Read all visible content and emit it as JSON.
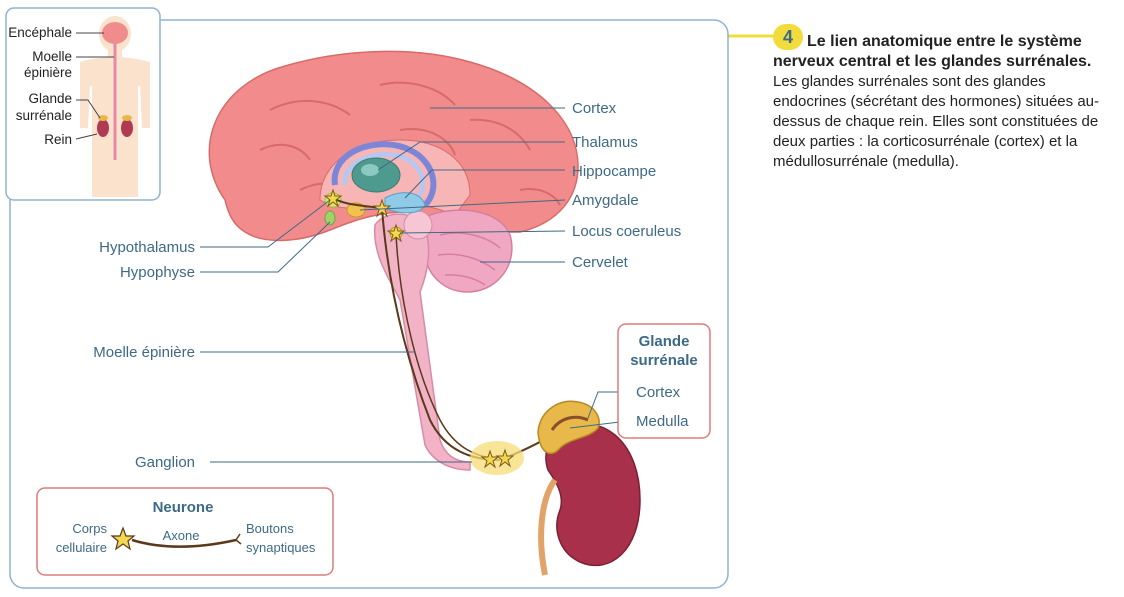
{
  "figure_number": "4",
  "caption": {
    "title": "Le lien anatomique entre le système nerveux central et les glandes surrénales.",
    "body": "Les glandes surrénales sont des glandes endocrines (sécrétant des hormones) situées au-dessus de chaque rein. Elles sont constituées de deux parties : la corticosurrénale (cortex) et la médullosurrénale (medulla)."
  },
  "inset": {
    "labels": {
      "encephale": "Encéphale",
      "moelle_1": "Moelle",
      "moelle_2": "épinière",
      "glande_1": "Glande",
      "glande_2": "surrénale",
      "rein": "Rein"
    }
  },
  "brain_labels": {
    "cortex": "Cortex",
    "thalamus": "Thalamus",
    "hippocampe": "Hippocampe",
    "amygdale": "Amygdale",
    "locus": "Locus coeruleus",
    "cervelet": "Cervelet",
    "hypothalamus": "Hypothalamus",
    "hypophyse": "Hypophyse",
    "moelle": "Moelle épinière",
    "ganglion": "Ganglion"
  },
  "adrenal_box": {
    "title_1": "Glande",
    "title_2": "surrénale",
    "cortex": "Cortex",
    "medulla": "Medulla"
  },
  "neuron_box": {
    "title": "Neurone",
    "corps_1": "Corps",
    "corps_2": "cellulaire",
    "axone": "Axone",
    "boutons_1": "Boutons",
    "boutons_2": "synaptiques"
  },
  "colors": {
    "teal_text": "#3d6a86",
    "frame_blue": "#8fb3cf",
    "brain_pink": "#f28b8b",
    "stem_pink": "#f2b3c6",
    "kidney_red": "#a8304a",
    "box_red": "#e07a7a",
    "highlight_yellow": "#f2dc3c",
    "neuron_brown": "#5a3a1a"
  }
}
